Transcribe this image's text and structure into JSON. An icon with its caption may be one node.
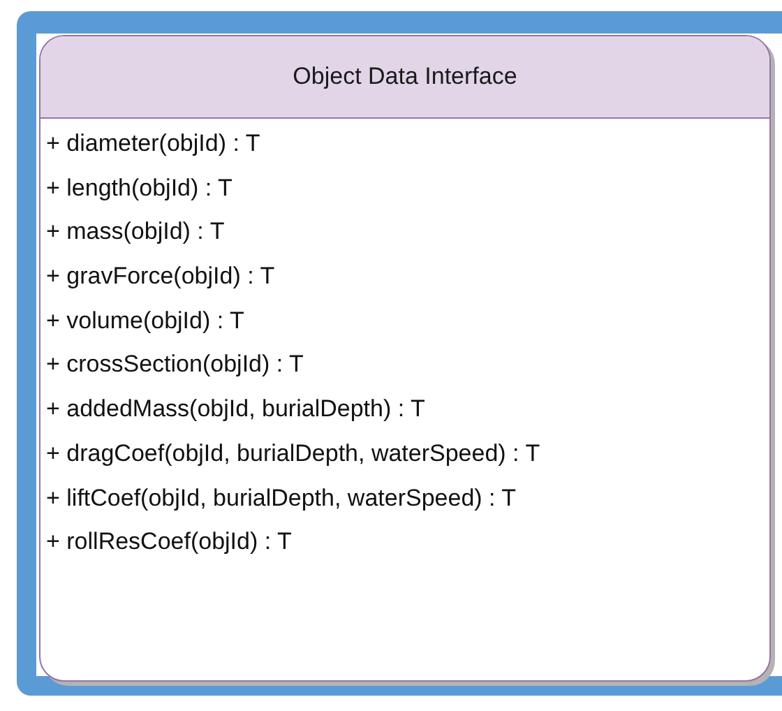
{
  "diagram": {
    "nodes": [
      {
        "text": [
          "Object Data Interface",
          "+ diameter(objId) : T",
          "+ length(objId) : T",
          "+ mass(objId) : T",
          "+ gravForce(objId) : T",
          "+ volume(objId) : T",
          "+ crossSection(objId) : T",
          "+ addedMass(objId, burialDepth) : T",
          "+ dragCoef(objId, burialDepth, waterSpeed) : T",
          "+ liftCoef(objId, burialDepth, waterSpeed) : T",
          "+ rollResCoef(objId) : T"
        ]
      }
    ]
  }
}
